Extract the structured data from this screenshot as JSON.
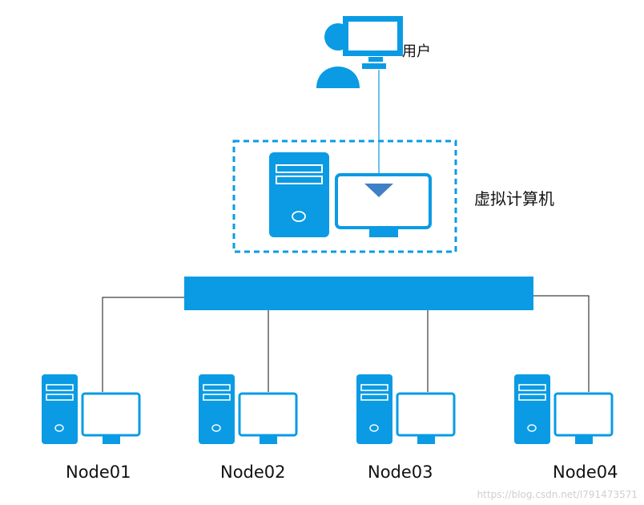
{
  "colors": {
    "accent": "#0A9BE4",
    "arrow": "#3F7FC6",
    "line": "#111111"
  },
  "user": {
    "label": "用户",
    "icon": "user-with-monitor-icon"
  },
  "virtual_machine": {
    "label": "虚拟计算机",
    "icon": "server-tower-with-monitor-icon"
  },
  "network": {
    "icon": "switch-bar-icon"
  },
  "nodes": [
    {
      "label": "Node01"
    },
    {
      "label": "Node02"
    },
    {
      "label": "Node03"
    },
    {
      "label": "Node04"
    }
  ],
  "watermark": "https://blog.csdn.net/l791473571"
}
